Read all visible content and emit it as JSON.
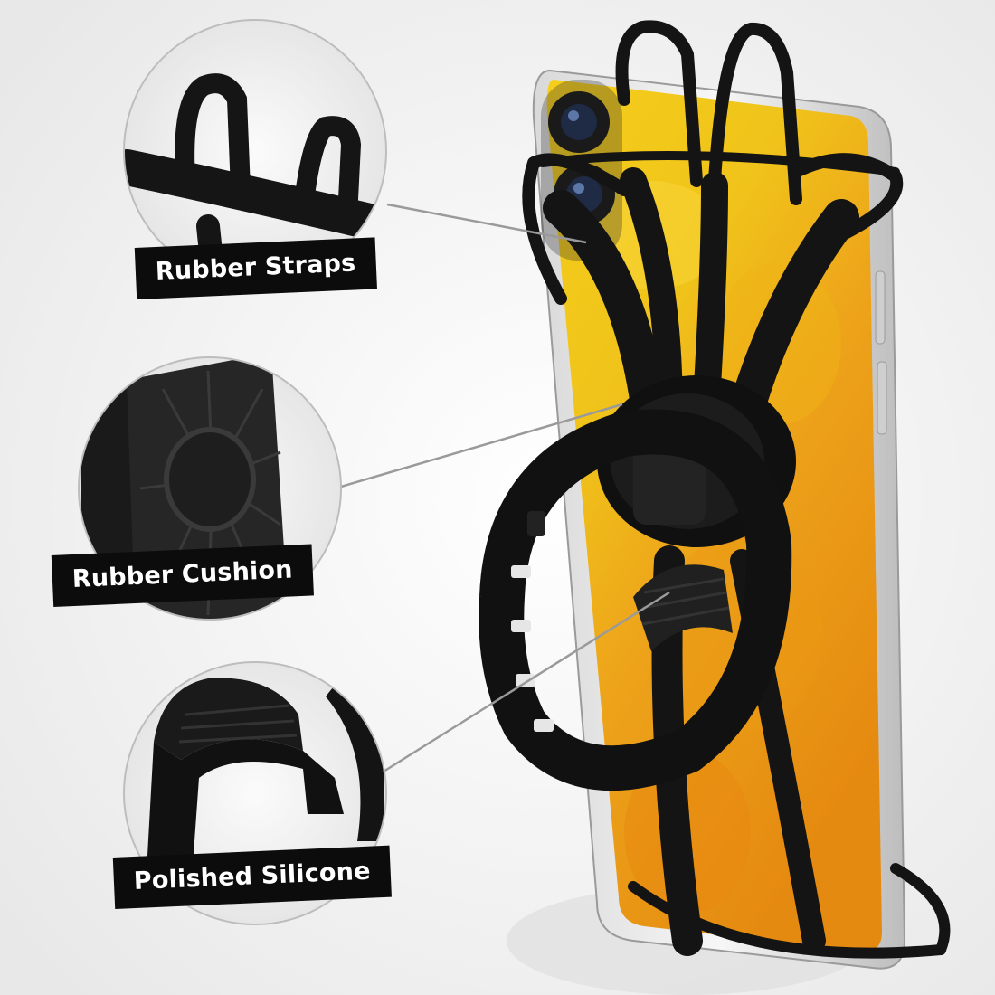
{
  "callouts": {
    "straps": "Rubber Straps",
    "cushion": "Rubber Cushion",
    "silicone": "Polished Silicone"
  },
  "colors": {
    "background": "#f2f2f2",
    "label_bg": "#0c0c0c",
    "label_text": "#ffffff",
    "phone_yellow": "#f2c21b",
    "phone_orange": "#e98a12",
    "rubber": "#141414"
  }
}
